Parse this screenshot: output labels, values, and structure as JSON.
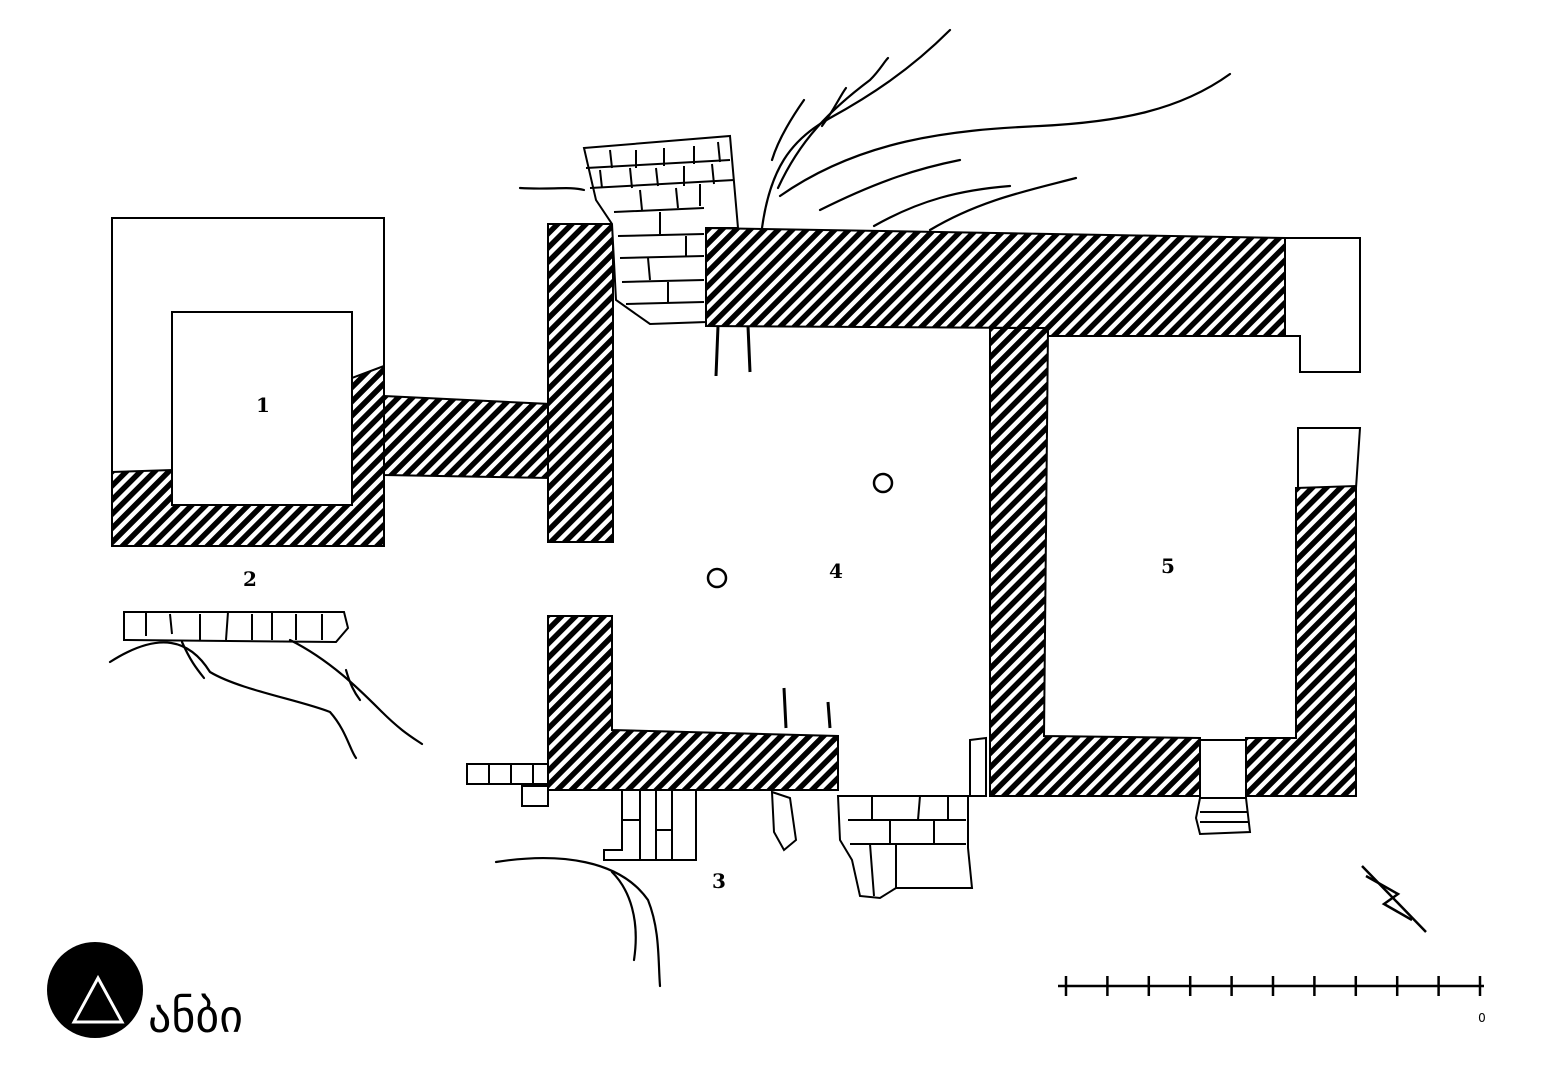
{
  "labels": {
    "room_1": "1",
    "room_2": "2",
    "room_3": "3",
    "room_4": "4",
    "room_5": "5"
  },
  "logo": {
    "text": "ანბი",
    "icon": "triangle-in-circle-logo"
  },
  "scale": {
    "end_mark": "0",
    "divisions": 10
  },
  "north_arrow": {
    "icon": "north-arrow-icon"
  },
  "colors": {
    "ink": "#000000",
    "paper": "#ffffff"
  }
}
